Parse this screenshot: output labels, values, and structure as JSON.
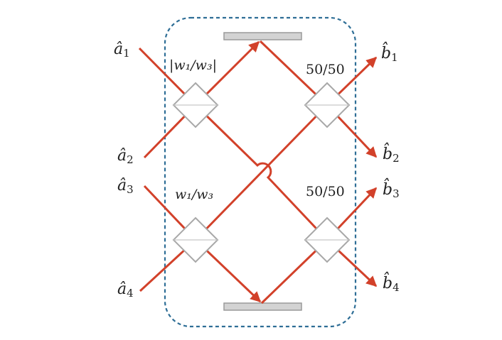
{
  "inputs": [
    {
      "base": "â",
      "sub": "1"
    },
    {
      "base": "â",
      "sub": "2"
    },
    {
      "base": "â",
      "sub": "3"
    },
    {
      "base": "â",
      "sub": "4"
    }
  ],
  "outputs": [
    {
      "base": "b̂",
      "sub": "1"
    },
    {
      "base": "b̂",
      "sub": "2"
    },
    {
      "base": "b̂",
      "sub": "3"
    },
    {
      "base": "b̂",
      "sub": "4"
    }
  ],
  "splitters": {
    "top_left": "|w₁/w₃|",
    "top_right": "50/50",
    "bottom_left": "w₁/w₃",
    "bottom_right": "50/50"
  },
  "colors": {
    "beam": "#d2412a",
    "box": "#2e6e96",
    "mirror": "#d3d3d3"
  }
}
